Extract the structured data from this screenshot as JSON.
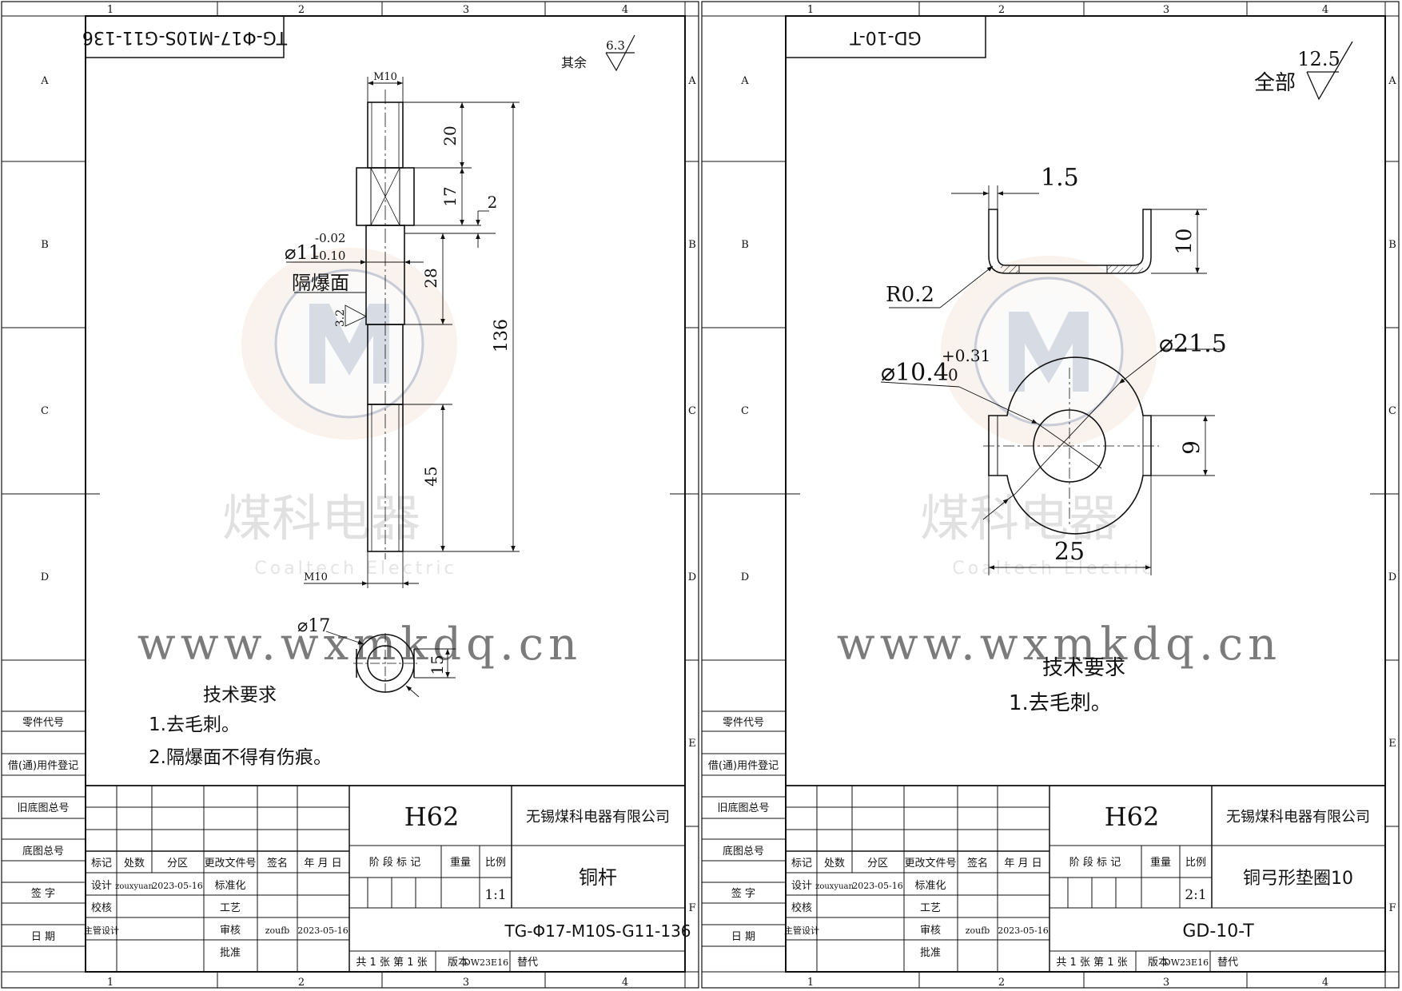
{
  "zone_cols": [
    "1",
    "2",
    "3",
    "4"
  ],
  "zone_rows": [
    "A",
    "B",
    "C",
    "D",
    "E",
    "F"
  ],
  "left_sheet": {
    "part_code": "TG-Φ17-M10S-G11-136",
    "roughness_label": "其余",
    "roughness_value": "6.3",
    "dims": {
      "m10_top": "M10",
      "m10_bottom": "M10",
      "d20": "20",
      "d17": "17",
      "d2": "2",
      "d28": "28",
      "d136": "136",
      "d45": "45",
      "d15": "15",
      "dia11": "⌀11",
      "tol_upper": "-0.02",
      "tol_lower": "-0.10",
      "dia17": "⌀17",
      "surface_roughness": "3.2"
    },
    "note_surface": "隔爆面",
    "tech_title": "技术要求",
    "tech_items": [
      "1.去毛刺。",
      "2.隔爆面不得有伤痕。"
    ],
    "title_block": {
      "material": "H62",
      "company": "无锡煤科电器有限公司",
      "part_name": "铜杆",
      "drawing_no": "TG-Φ17-M10S-G11-136",
      "scale": "1:1",
      "designer": "zouxyuan",
      "design_date": "2023-05-16",
      "reviewer": "zoufb",
      "review_date": "2023-05-16",
      "version": "DW23E16"
    }
  },
  "right_sheet": {
    "part_code": "GD-10-T",
    "roughness_label": "全部",
    "roughness_value": "12.5",
    "dims": {
      "d1_5": "1.5",
      "d10": "10",
      "r02": "R0.2",
      "dia21_5": "⌀21.5",
      "dia10_4": "⌀10.4",
      "tol_upper": "+0.31",
      "tol_lower": "0",
      "d9": "9",
      "d25": "25"
    },
    "tech_title": "技术要求",
    "tech_items": [
      "1.去毛刺。"
    ],
    "title_block": {
      "material": "H62",
      "company": "无锡煤科电器有限公司",
      "part_name": "铜弓形垫圈10",
      "drawing_no": "GD-10-T",
      "scale": "2:1",
      "designer": "zouxyuan",
      "design_date": "2023-05-16",
      "reviewer": "zoufb",
      "review_date": "2023-05-16",
      "version": "DW23E16"
    }
  },
  "common_labels": {
    "side_part_no": "零件代号",
    "side_borrow": "借(通)用件登记",
    "side_old": "旧底图总号",
    "side_base": "底图总号",
    "side_sign": "签 字",
    "side_date": "日 期",
    "mark": "标记",
    "count": "处数",
    "zone": "分区",
    "change_doc": "更改文件号",
    "signature": "签名",
    "ymd": "年 月 日",
    "design": "设计",
    "standard": "标准化",
    "check": "校核",
    "process": "工艺",
    "chief": "主管设计",
    "audit": "审核",
    "approve": "批准",
    "stage": "阶 段 标 记",
    "weight": "重量",
    "ratio": "比例",
    "sheets": "共 1 张  第 1 张",
    "version_label": "版本",
    "replace": "替代"
  },
  "watermark": {
    "brand": "煤科电器",
    "brand_en": "Coaltech Electric",
    "url": "www.wxmkdq.cn"
  }
}
